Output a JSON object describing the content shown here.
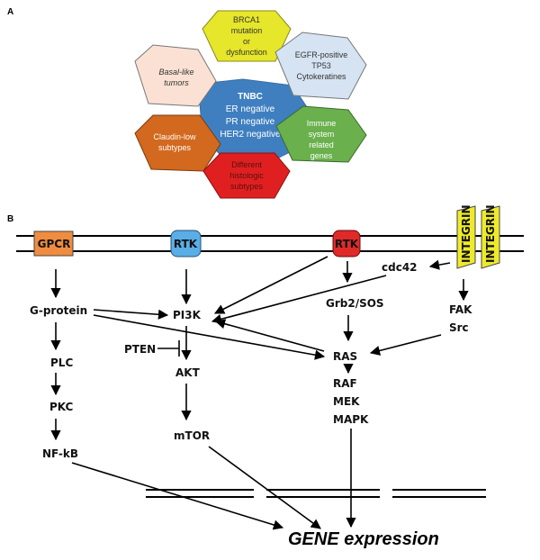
{
  "panels": {
    "a": "A",
    "b": "B"
  },
  "panel_a": {
    "center": [
      "TNBC",
      "ER negative",
      "PR negative",
      "HER2 negative"
    ],
    "hexes": {
      "brca1": [
        "BRCA1",
        "mutation",
        "or",
        "dysfunction"
      ],
      "basal": [
        "Basal-like",
        "tumors"
      ],
      "egfr": [
        "EGFR-positive",
        "TP53",
        "Cytokeratines"
      ],
      "claudin": [
        "Claudin-low",
        "subtypes"
      ],
      "immune": [
        "Immune",
        "system",
        "related",
        "genes"
      ],
      "histologic": [
        "Different",
        "histologic",
        "subtypes"
      ]
    }
  },
  "panel_b": {
    "gpcr": "GPCR",
    "rtk1": "RTK",
    "rtk2": "RTK",
    "integrin1": "INTEGRIN",
    "integrin2": "INTEGRIN",
    "gprotein": "G-protein",
    "pi3k": "PI3K",
    "grb2": "Grb2/SOS",
    "cdc42": "cdc42",
    "fak": "FAK",
    "src": "Src",
    "plc": "PLC",
    "pten": "PTEN",
    "akt": "AKT",
    "ras": "RAS",
    "raf": "RAF",
    "mek": "MEK",
    "mapk": "MAPK",
    "pkc": "PKC",
    "mtor": "mTOR",
    "nfkb": "NF-kB",
    "gene_expression": "GENE expression"
  },
  "colors": {
    "brca1": "#e6e62a",
    "basal": "#fbe1d4",
    "egfr": "#d5e3f2",
    "claudin": "#d2691e",
    "immune": "#6ab04c",
    "histologic": "#e02020",
    "center": "#3f7fc0",
    "gpcr": "#f08c40",
    "rtk1": "#5aaee6",
    "rtk2": "#e02a2a",
    "integrin": "#eeea2a"
  }
}
